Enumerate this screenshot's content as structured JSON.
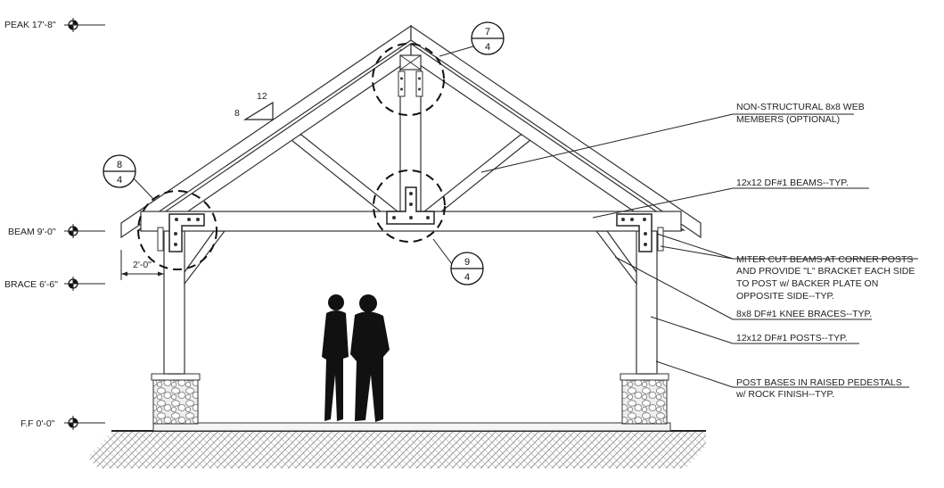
{
  "roof_pitch": {
    "rise": "8",
    "run": "12"
  },
  "levels": [
    {
      "label": "PEAK 17'-8\""
    },
    {
      "label": "BEAM 9'-0\""
    },
    {
      "label": "BRACE 6'-6\""
    },
    {
      "label": "F.F 0'-0\""
    }
  ],
  "dimension": {
    "label": "2'-0\""
  },
  "detail_tags": [
    {
      "detail": "7",
      "sheet": "4"
    },
    {
      "detail": "8",
      "sheet": "4"
    },
    {
      "detail": "9",
      "sheet": "4"
    }
  ],
  "notes": [
    {
      "lines": [
        "NON-STRUCTURAL 8x8 WEB",
        "MEMBERS (OPTIONAL)"
      ]
    },
    {
      "lines": [
        "12x12 DF#1 BEAMS--TYP."
      ]
    },
    {
      "lines": [
        "MITER CUT BEAMS AT CORNER POSTS",
        "AND PROVIDE \"L\" BRACKET EACH SIDE",
        "TO POST w/ BACKER PLATE ON",
        "OPPOSITE SIDE--TYP."
      ]
    },
    {
      "lines": [
        "8x8 DF#1 KNEE BRACES--TYP."
      ]
    },
    {
      "lines": [
        "12x12 DF#1 POSTS--TYP."
      ]
    },
    {
      "lines": [
        "POST BASES IN RAISED PEDESTALS",
        "w/ ROCK FINISH--TYP."
      ]
    }
  ],
  "colors": {
    "line": "#222222",
    "hatch": "#9a9a9a",
    "stone": "#d8d8d8"
  }
}
